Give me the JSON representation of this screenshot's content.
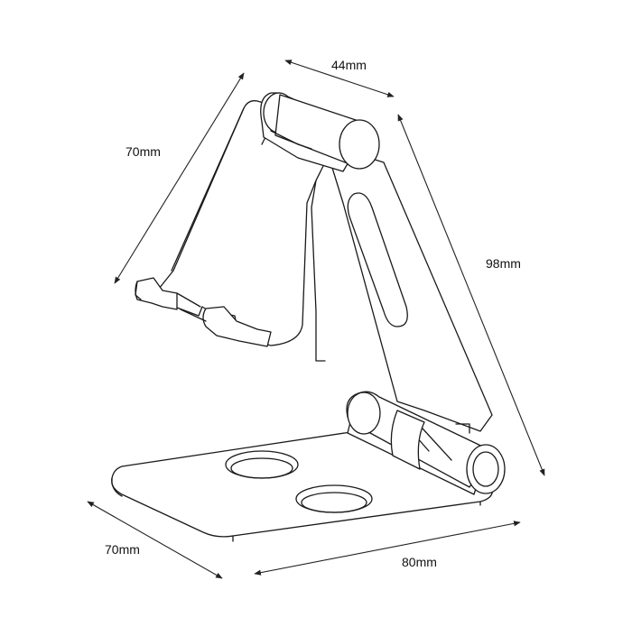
{
  "dimensions": {
    "top_width": "44mm",
    "back_height": "70mm",
    "total_height": "98mm",
    "base_depth": "70mm",
    "base_width": "80mm"
  }
}
